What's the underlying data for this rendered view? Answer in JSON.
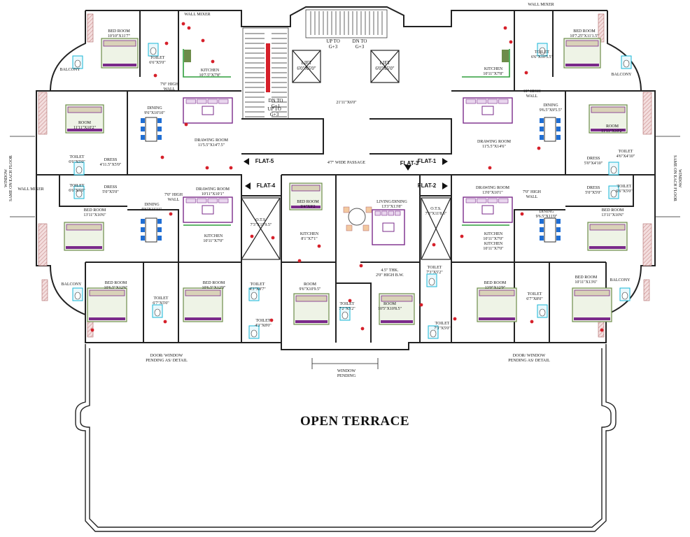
{
  "plan": {
    "terrace_label": "OPEN TERRACE",
    "flat_tags": [
      "FLAT-5",
      "FLAT-4",
      "FLAT-3",
      "FLAT-1",
      "FLAT-2"
    ],
    "stairs": {
      "up_g3": "UP TO\nG+3",
      "dn_g3": "DN TO\nG+3",
      "dn_g1": "DN TO\nG+1",
      "up_g3_b": "UP TO\nG+3"
    },
    "lifts": [
      "LIFT\n6'0\"X5'0\"",
      "LIFT\n6'0\"X5'0\""
    ],
    "passage_top": "21'11\"X6'0\"",
    "passage": "4'7\" WIDE PASSAGE",
    "left_wing": {
      "bedroom_top": "BED ROOM\n10'10\"X11'7\"",
      "toilet_top": "TOILET\n6'6\"X5'0\"",
      "kitchen_top": "KITCHEN\n10'7.5\"X7'8\"",
      "balcony_top": "BALCONY",
      "high_wall_top": "7'0\" HIGH\nWALL",
      "room": "ROOM\n11'11\"X10'2\"",
      "dining_top": "DINING\n9'6\"X10'10\"",
      "drawing_top": "DRAWING ROOM\n11'5.5\"X14'7.5\"",
      "toilet_mid": "TOILET\n6'6\"X5'0\"",
      "dress_mid": "DRESS\n4'11.5\"X5'0\"",
      "toilet_mid2": "TOILET\n6'6\"X5'0\"",
      "dress_mid2": "DRESS\n5'0\"X5'0\"",
      "bedroom_mid": "BED ROOM\n13'11\"X10'6\"",
      "dining_mid": "DINING\n9'6\"X11'11\"",
      "high_wall_mid": "7'0\" HIGH\nWALL",
      "drawing_mid": "DRAWING ROOM\n10'11\"X10'1\"",
      "kitchen_mid": "KITCHEN\n10'11\"X7'0\"",
      "bedroom_low": "BED ROOM\n10'6.5\"X12'6\"",
      "toilet_low": "TOILET\n6'7\"X5'0\"",
      "bedroom_low2": "BED ROOM\n10'6.5\"X12'9\"",
      "balcony_low": "BALCONY",
      "window_side": "WINDOW\nSAME ON EACH FLOOR",
      "wall_mixer": "WALL MIXER",
      "wall_mixer2": "WALL MIXER",
      "door_window": "DOOR/ WINDOW\nPENDING AS/ DETAIL"
    },
    "center": {
      "ots_left": "O.T.S.\n7'3\"X11'9.5\"",
      "bedroom": "BED ROOM\n9'4\"X9'2",
      "kitchen": "KITCHEN\n8'1\"X7'1\"",
      "living": "LIVING/DINING\n13'3\"X13'8\"",
      "ots_right": "O.T.S.\n7'3\"X11'8.5\"",
      "toilet_a": "TOILET\n4'3\"X8'7\"",
      "toilet_b": "TOILET\n4'3\"X8'0\"",
      "room_b": "ROOM\n9'6\"X10'9.5\"",
      "toilet_c": "TOILET\n7'2\"X5'2\"",
      "room_c": "ROOM\n10'5\"X10'8.5\"",
      "wall_note": "4.5\" THK.\n2'0\" HIGH B.W.",
      "toilet_d": "TOILET\n7'3\"X5'2\"",
      "toilet_e": "TOILET\n7'3\"X5'0\"",
      "window_pending": "WINDOW\nPENDING"
    },
    "right_wing": {
      "bedroom_top": "BED ROOM\n10'7.25\"X11'1.5\"",
      "toilet_top": "TOILET\n6'6\"X10'5.5\"",
      "kitchen_top": "KITCHEN\n10'11\"X7'8\"",
      "balcony_top": "BALCONY",
      "high_wall_top": "10'' HIGH\nWALL",
      "dining_top": "DINING\n9'6.5\"X9'5.5\"",
      "drawing_top": "DRAWING ROOM\n11'5.5\"X14'6\"",
      "room": "ROOM\n11'11\"X10'2\"",
      "toilet_mid": "TOILET\n4'6\"X4'10\"",
      "dress_mid": "DRESS\n5'0\"X4'10\"",
      "dress_mid2": "DRESS\n5'0\"X5'0\"",
      "toilet_mid2": "TOILET\n6'6\"X5'0\"",
      "bedroom_mid": "BED ROOM\n13'11\"X10'6\"",
      "drawing_mid": "DRAWING ROOM\n13'0\"X10'1\"",
      "high_wall_mid": "7'0\" HIGH\nWALL",
      "dining_mid": "DINING\n9'6.5\"X11'0\"",
      "kitchen_mid": "KITCHEN\n10'11\"X7'0\"",
      "kitchen_mid2": "KITCHEN\n10'11\"X7'0\"",
      "bedroom_low": "BED ROOM\n13'0\"X12'9\"",
      "bedroom_low2": "BED ROOM\n10'11\"X13'6\"",
      "balcony_low": "BALCONY",
      "toilet_low": "TOILET\n6'7\"X8'0\"",
      "window_side": "WINDOW\nSAME ON EACH FLOOR",
      "wall_mixer": "WALL MIXER",
      "door_window": "DOOR/ WINDOW\nPENDING AS/ DETAIL"
    },
    "colors": {
      "wall": "#222222",
      "furniture": "#7a2a8a",
      "bed": "#6d8c4a",
      "blue": "#1f6ed4",
      "cyan": "#17b6d6",
      "red": "#d6202a",
      "green": "#2e9e3c",
      "hatch": "#c98b8b"
    }
  }
}
